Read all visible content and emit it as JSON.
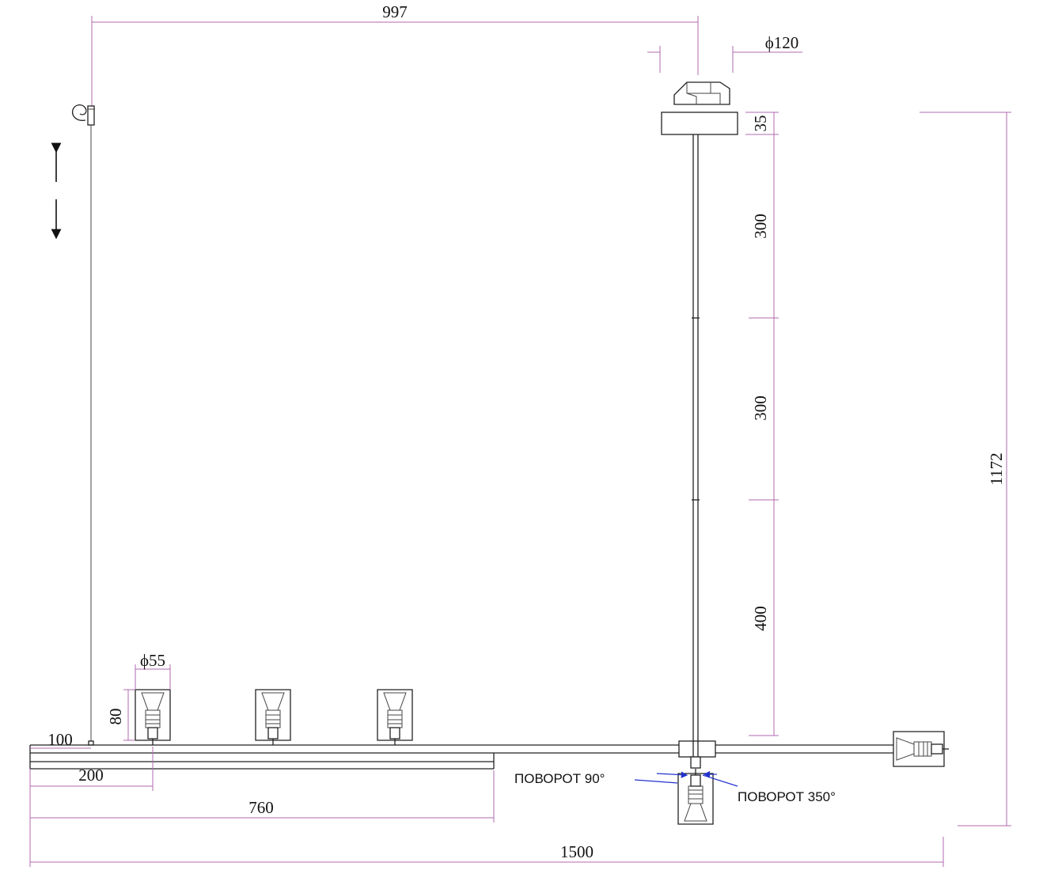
{
  "dimensions": {
    "suspension_offset": "997",
    "canopy_diameter": "ϕ120",
    "canopy_height": "35",
    "rod_segment_1": "300",
    "rod_segment_2": "300",
    "rod_segment_3": "400",
    "total_height": "1172",
    "shade_diameter": "ϕ55",
    "shade_height": "80",
    "left_offset_100": "100",
    "left_offset_200": "200",
    "bar_length_760": "760",
    "total_width": "1500"
  },
  "notes": {
    "rotate_90": "ПОВОРОТ 90°",
    "rotate_350": "ПОВОРОТ 350°"
  },
  "colors": {
    "dimension_lines": "#b06ab0",
    "object_lines": "#222222",
    "rotation_pointers": "#2233cc"
  },
  "icons": {
    "adjust_arrow": "up-down-arrow-icon"
  }
}
